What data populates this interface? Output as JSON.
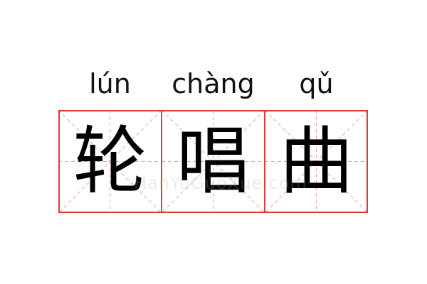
{
  "pinyin": [
    "lún",
    "chàng",
    "qǔ"
  ],
  "characters": [
    "轮",
    "唱",
    "曲"
  ],
  "watermark": "HanYuGuoXue.com",
  "colors": {
    "grid_border": "#e03a3a",
    "grid_guides": "#f0a3a3",
    "text": "#000000"
  }
}
